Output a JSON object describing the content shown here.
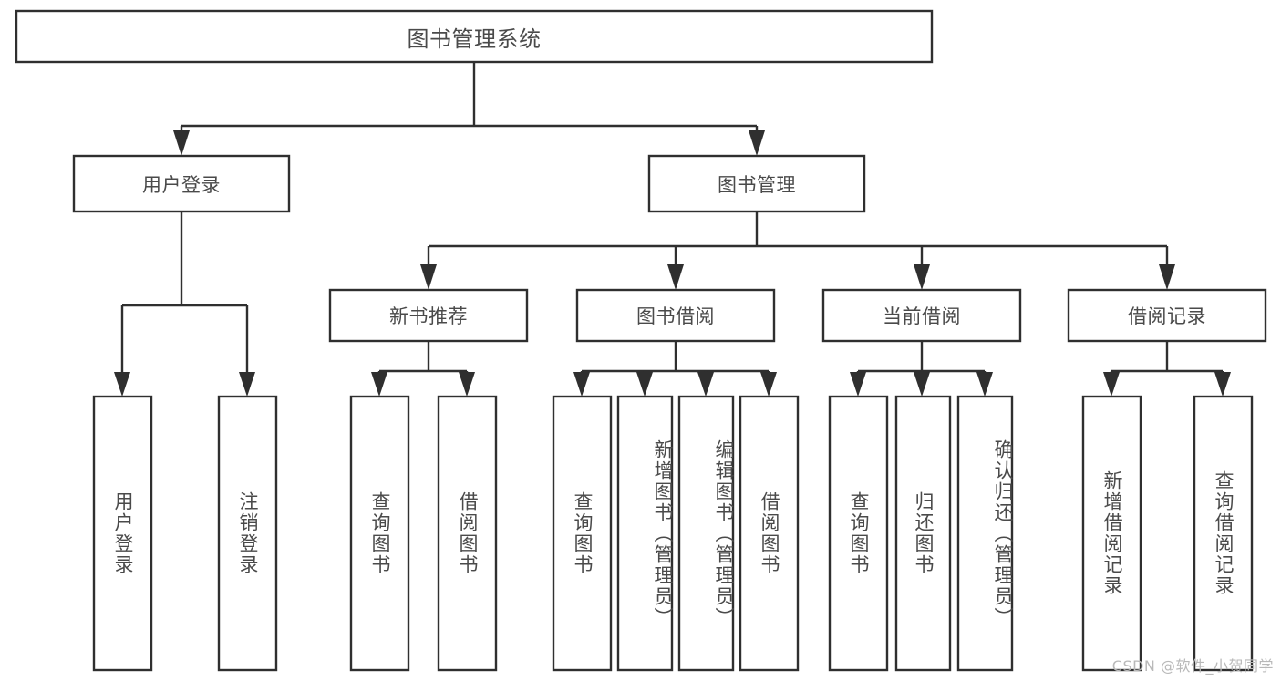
{
  "diagram": {
    "title": "图书管理系统",
    "type": "tree-hierarchy-diagram",
    "colors": {
      "box_stroke": "#2f2f2f",
      "box_fill": "#ffffff",
      "text": "#4a4a4a",
      "connector": "#2f2f2f",
      "watermark": "#b9b9b9",
      "background": "#ffffff"
    },
    "root": {
      "label": "图书管理系统"
    },
    "level2": [
      {
        "label": "用户登录"
      },
      {
        "label": "图书管理"
      }
    ],
    "level3": [
      {
        "label": "新书推荐"
      },
      {
        "label": "图书借阅"
      },
      {
        "label": "当前借阅"
      },
      {
        "label": "借阅记录"
      }
    ],
    "leaves_user_login": [
      {
        "label": "用户登录"
      },
      {
        "label": "注销登录"
      }
    ],
    "leaves_new_book": [
      {
        "label": "查询图书"
      },
      {
        "label": "借阅图书"
      }
    ],
    "leaves_borrow": [
      {
        "label": "查询图书"
      },
      {
        "label": "新增图书（管理员）"
      },
      {
        "label": "编辑图书（管理员）"
      },
      {
        "label": "借阅图书"
      }
    ],
    "leaves_current": [
      {
        "label": "查询图书"
      },
      {
        "label": "归还图书"
      },
      {
        "label": "确认归还（管理员）"
      }
    ],
    "leaves_records": [
      {
        "label": "新增借阅记录"
      },
      {
        "label": "查询借阅记录"
      }
    ]
  },
  "watermark": {
    "text": "CSDN @软件_小贺同学"
  }
}
